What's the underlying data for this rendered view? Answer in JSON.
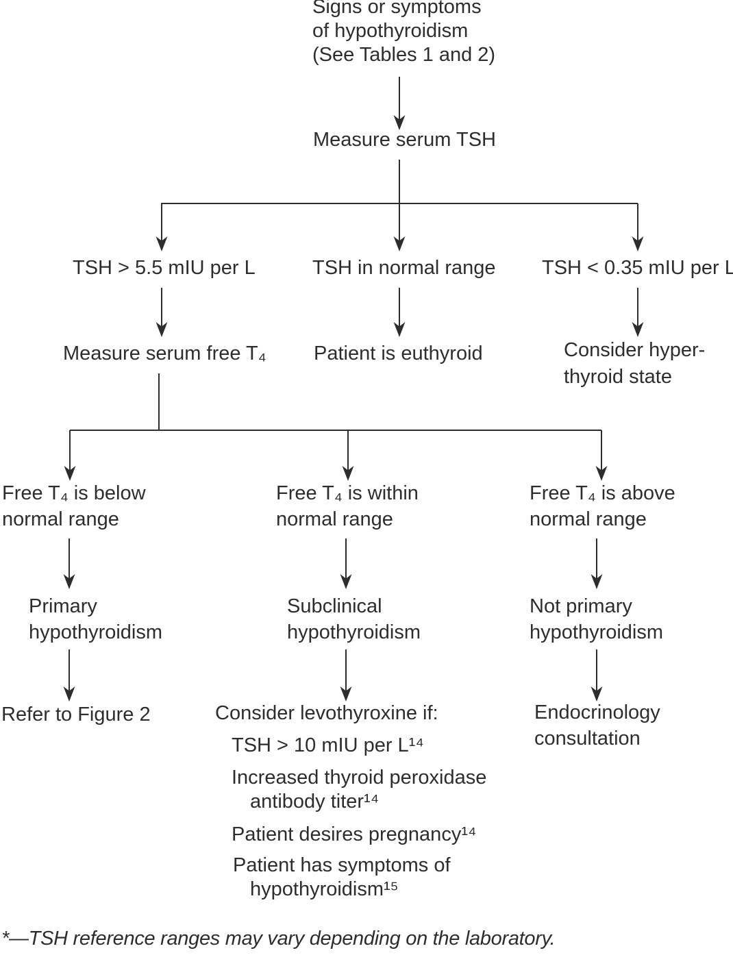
{
  "colors": {
    "ink": "#302c2d",
    "background": "#ffffff"
  },
  "flowchart": {
    "start": [
      "Signs or symptoms",
      "of hypothyroidism",
      "(See Tables 1 and 2)"
    ],
    "measure_tsh": "Measure serum TSH",
    "tsh_high": "TSH > 5.5 mIU per L",
    "tsh_normal": "TSH in normal range",
    "tsh_low": "TSH < 0.35 mIU per L*",
    "measure_free_t4": "Measure serum free T₄",
    "euthyroid": "Patient is euthyroid",
    "consider_hyper": [
      "Consider hyper-",
      "thyroid state"
    ],
    "t4_below": [
      "Free T₄ is below",
      "normal range"
    ],
    "t4_within": [
      "Free T₄ is within",
      "normal range"
    ],
    "t4_above": [
      "Free T₄ is above",
      "normal range"
    ],
    "primary": [
      "Primary",
      "hypothyroidism"
    ],
    "subclinical": [
      "Subclinical",
      "hypothyroidism"
    ],
    "not_primary": [
      "Not primary",
      "hypothyroidism"
    ],
    "refer": "Refer to Figure 2",
    "consider_levo": "Consider levothyroxine if:",
    "criteria": [
      [
        "TSH > 10 mIU per L¹⁴"
      ],
      [
        "Increased thyroid peroxidase",
        "antibody titer¹⁴"
      ],
      [
        "Patient desires pregnancy¹⁴"
      ],
      [
        "Patient has symptoms of",
        "hypothyroidism¹⁵"
      ]
    ],
    "endocrinology": [
      "Endocrinology",
      "consultation"
    ],
    "footnote": "*—TSH reference ranges may vary depending on the laboratory."
  }
}
